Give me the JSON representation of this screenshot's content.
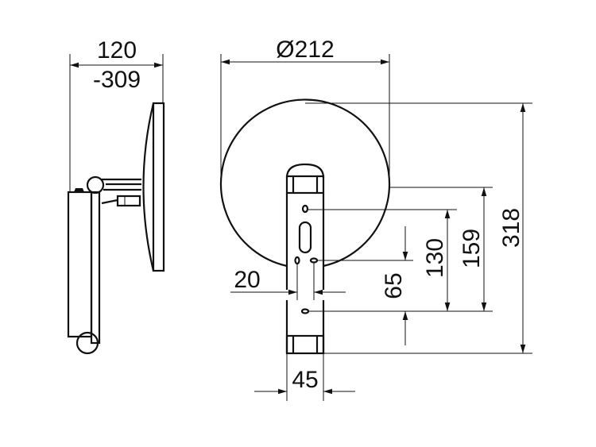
{
  "side_view": {
    "depth_label": "120",
    "depth_range_label": "-309"
  },
  "front_view": {
    "diameter_label": "Ø212",
    "height_label": "318",
    "hole_159_label": "159",
    "hole_130_label": "130",
    "hole_65_label": "65",
    "hole_spacing_label": "20",
    "width_label": "45"
  },
  "colors": {
    "line": "#111111",
    "background": "#ffffff"
  }
}
